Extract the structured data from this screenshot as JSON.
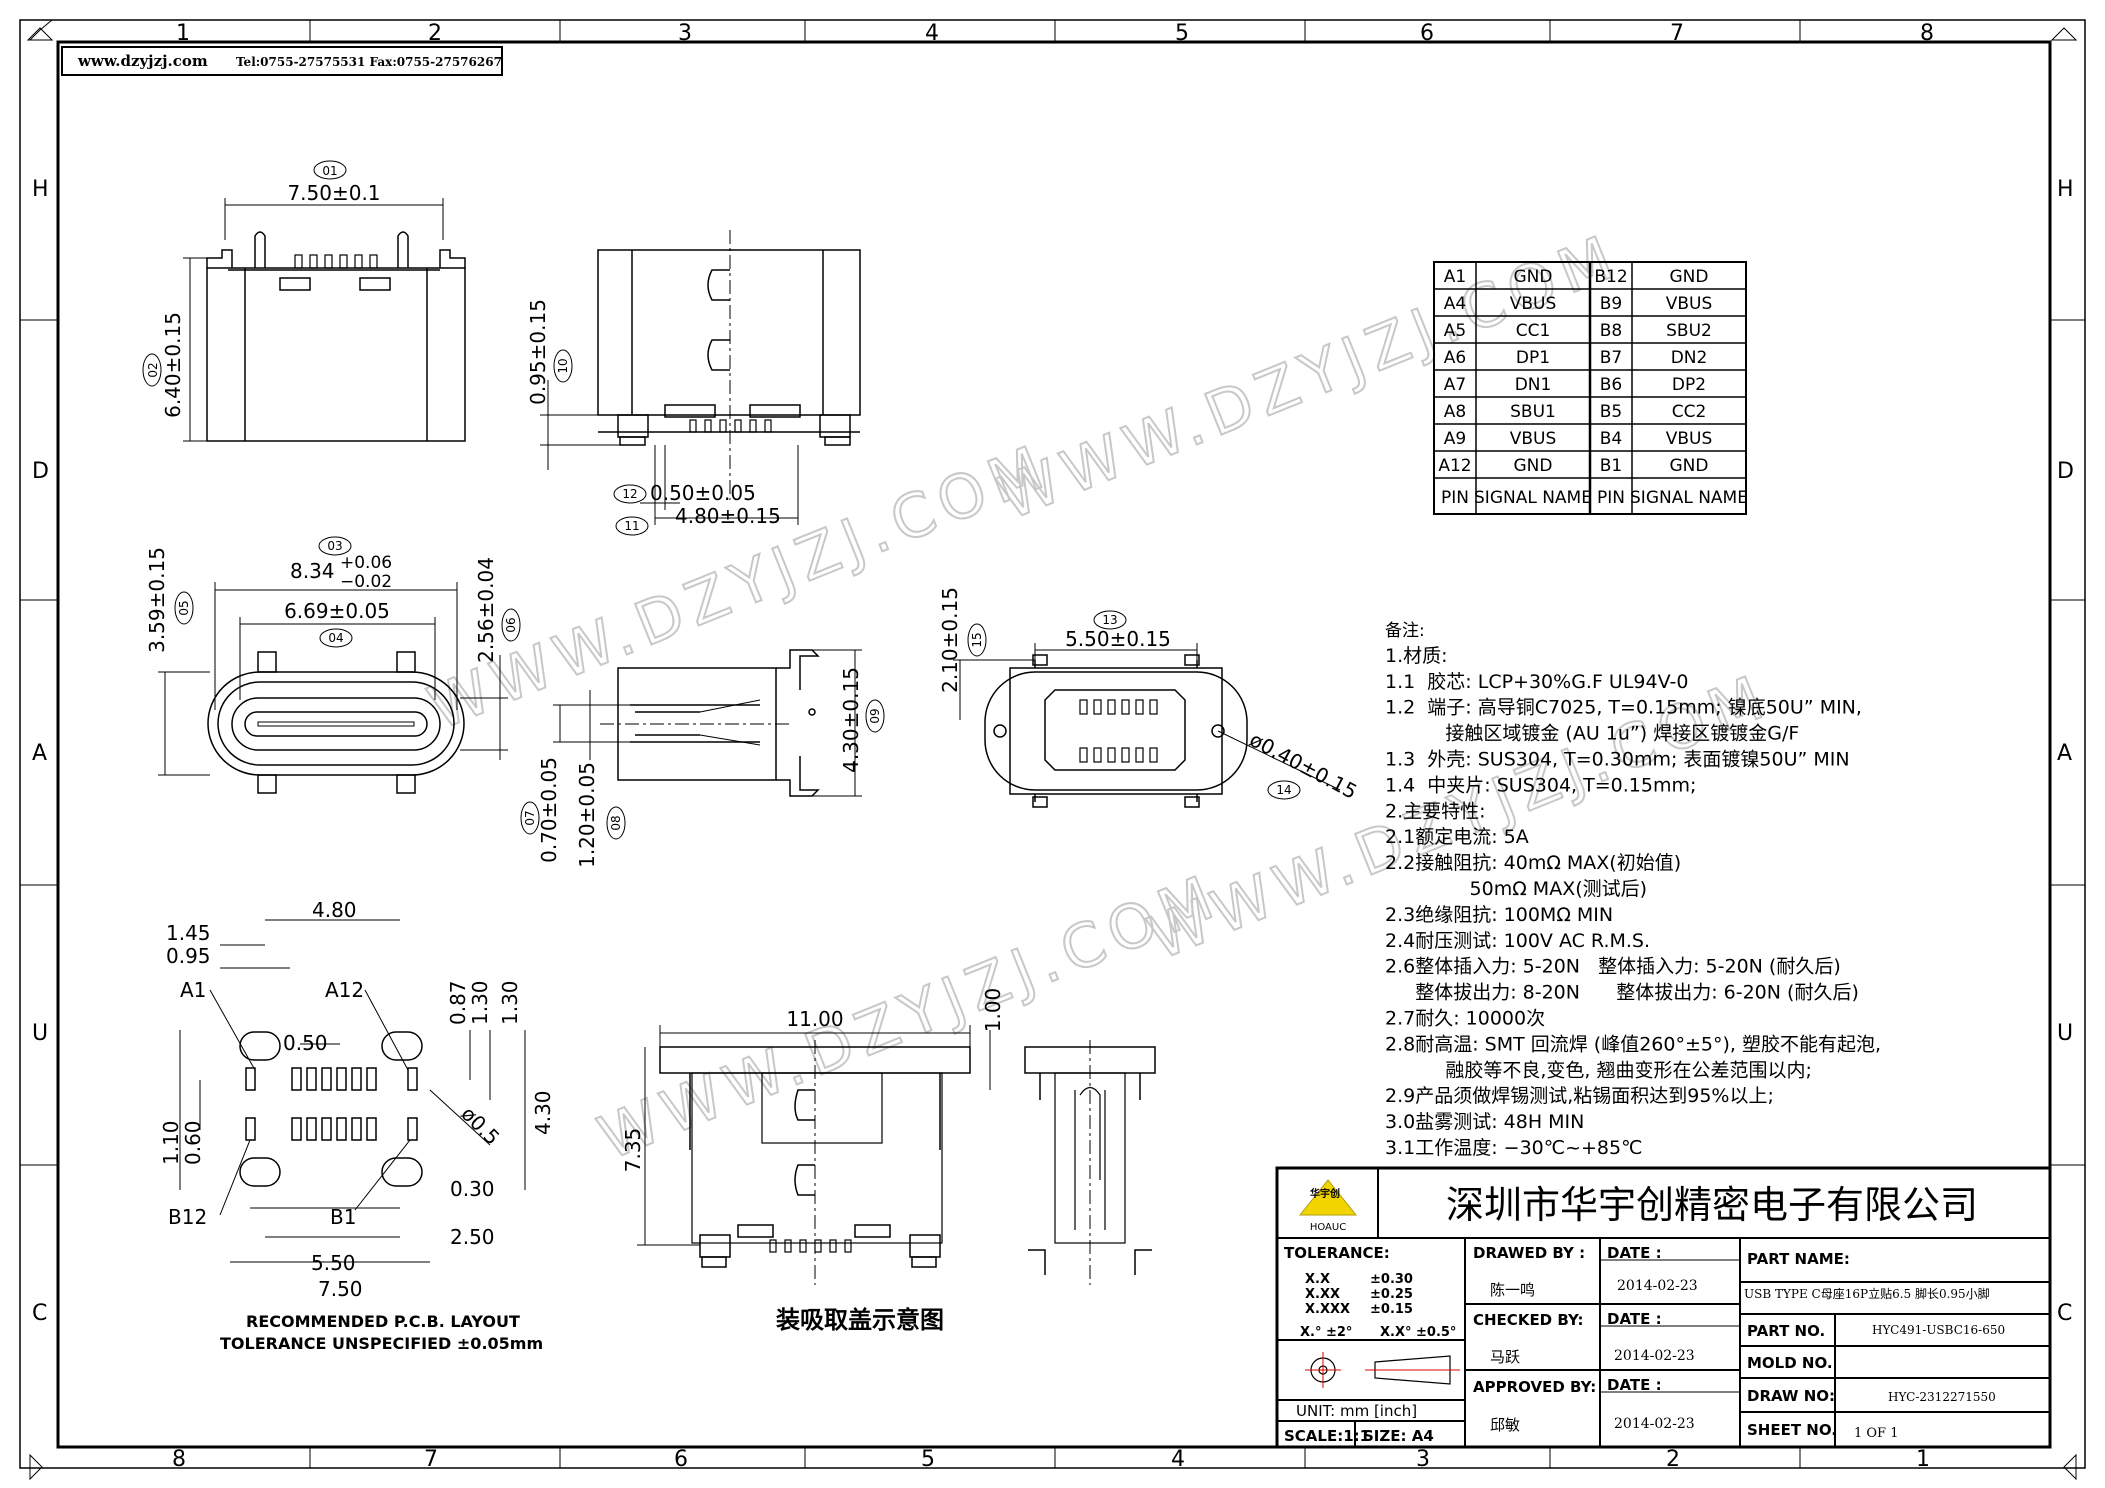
{
  "header": {
    "website": "www.dzyjzj.com",
    "contact": "Tel:0755-27575531 Fax:0755-27576267"
  },
  "grid": {
    "top_cols": [
      "1",
      "2",
      "3",
      "4",
      "5",
      "6",
      "7",
      "8"
    ],
    "bottom_cols": [
      "8",
      "7",
      "6",
      "5",
      "4",
      "3",
      "2",
      "1"
    ],
    "rows": [
      "H",
      "D",
      "A",
      "U",
      "C"
    ]
  },
  "watermark": "WWW.DZYJZJ.COM",
  "views": {
    "top_front": {
      "d01_tag": "01",
      "d01": "7.50±0.1",
      "d02_tag": "02",
      "d02": "6.40±0.15"
    },
    "side_top": {
      "d10_tag": "10",
      "d10": "0.95±0.15",
      "d12_tag": "12",
      "d12": "0.50±0.05",
      "d11_tag": "11",
      "d11": "4.80±0.15"
    },
    "front": {
      "d03_tag": "03",
      "d03_main": "8.34",
      "d03_plus": "+0.06",
      "d03_minus": "−0.02",
      "d04_tag": "04",
      "d04": "6.69±0.05",
      "d05_tag": "05",
      "d05": "3.59±0.15",
      "d06_tag": "06",
      "d06": "2.56±0.04"
    },
    "side_mid": {
      "d09_tag": "09",
      "d09": "4.30±0.15",
      "d07_tag": "07",
      "d07": "0.70±0.05",
      "d08_tag": "08",
      "d08": "1.20±0.05"
    },
    "bottom_view": {
      "d13_tag": "13",
      "d13": "5.50±0.15",
      "d15_tag": "15",
      "d15": "2.10±0.15",
      "d14_tag": "14",
      "d14": "ø0.40±0.15"
    },
    "pcb": {
      "dims": [
        "1.45",
        "0.95",
        "4.80",
        "0.50",
        "0.87",
        "1.30",
        "1.30",
        "4.30",
        "1.10",
        "0.60",
        "ø0.5",
        "0.30",
        "2.50",
        "5.50",
        "7.50"
      ],
      "a1": "A1",
      "a12": "A12",
      "b12": "B12",
      "b1": "B1",
      "title": "RECOMMENDED  P.C.B. LAYOUT",
      "tolerance": "TOLERANCE UNSPECIFIED ±0.05mm"
    },
    "cap": {
      "d_w": "11.00",
      "d_t": "1.00",
      "d_h": "7.35",
      "caption": "装吸取盖示意图"
    }
  },
  "pin_table": {
    "rows": [
      [
        "A1",
        "GND",
        "B12",
        "GND"
      ],
      [
        "A4",
        "VBUS",
        "B9",
        "VBUS"
      ],
      [
        "A5",
        "CC1",
        "B8",
        "SBU2"
      ],
      [
        "A6",
        "DP1",
        "B7",
        "DN2"
      ],
      [
        "A7",
        "DN1",
        "B6",
        "DP2"
      ],
      [
        "A8",
        "SBU1",
        "B5",
        "CC2"
      ],
      [
        "A9",
        "VBUS",
        "B4",
        "VBUS"
      ],
      [
        "A12",
        "GND",
        "B1",
        "GND"
      ]
    ],
    "header": [
      "PIN",
      "SIGNAL NAME",
      "PIN",
      "SIGNAL NAME"
    ]
  },
  "notes": [
    "备注:",
    "1.材质:",
    "1.1  胶芯: LCP+30%G.F UL94V-0",
    "1.2  端子: 高导铜C7025, T=0.15mm; 镍底50U” MIN,",
    "          接触区域镀金 (AU 1u”) 焊接区镀镀金G/F",
    "1.3  外壳: SUS304, T=0.30mm; 表面镀镍50U” MIN",
    "1.4  中夹片: SUS304, T=0.15mm;",
    "2.主要特性:",
    "2.1额定电流: 5A",
    "2.2接触阻抗: 40mΩ MAX(初始值)",
    "              50mΩ MAX(测试后)",
    "2.3绝缘阻抗: 100MΩ MIN",
    "2.4耐压测试: 100V AC R.M.S.",
    "2.6整体插入力: 5-20N   整体插入力: 5-20N (耐久后)",
    "     整体拔出力: 8-20N      整体拔出力: 6-20N (耐久后)",
    "2.7耐久: 10000次",
    "2.8耐高温: SMT 回流焊 (峰值260°±5°), 塑胶不能有起泡,",
    "          融胶等不良,变色, 翘曲变形在公差范围以内;",
    "2.9产品须做焊锡测试,粘锡面积达到95%以上;",
    "3.0盐雾测试: 48H MIN",
    "3.1工作温度: −30℃~+85℃"
  ],
  "title_block": {
    "company": "深圳市华宇创精密电子有限公司",
    "logo_text": "HOAUC",
    "logo_cn": "华宇创",
    "tolerance_label": "TOLERANCE:",
    "tol_rows": [
      [
        "X.X",
        "±0.30"
      ],
      [
        "X.XX",
        "±0.25"
      ],
      [
        "X.XXX",
        "±0.15"
      ]
    ],
    "ang1": "X.° ±2°",
    "ang2": "X.X° ±0.5°",
    "unit": "UNIT: mm [inch]",
    "scale": "SCALE:1:1",
    "size": "SIZE: A4",
    "drawed_by_label": "DRAWED BY :",
    "drawed_by": "陈一鸣",
    "checked_by_label": "CHECKED BY:",
    "checked_by": "马跃",
    "approved_by_label": "APPROVED BY:",
    "approved_by": "邱敏",
    "date_label": "DATE :",
    "date1": "2014-02-23",
    "date2": "2014-02-23",
    "date3": "2014-02-23",
    "part_name_label": "PART NAME:",
    "part_name": "USB TYPE C母座16P立贴6.5 脚长0.95小脚",
    "part_no_label": "PART NO.",
    "part_no": "HYC491-USBC16-650",
    "mold_no_label": "MOLD NO.",
    "mold_no": "",
    "draw_no_label": "DRAW NO:",
    "draw_no": "HYC-2312271550",
    "sheet_no_label": "SHEET NO.",
    "sheet_no": "1 OF 1"
  }
}
